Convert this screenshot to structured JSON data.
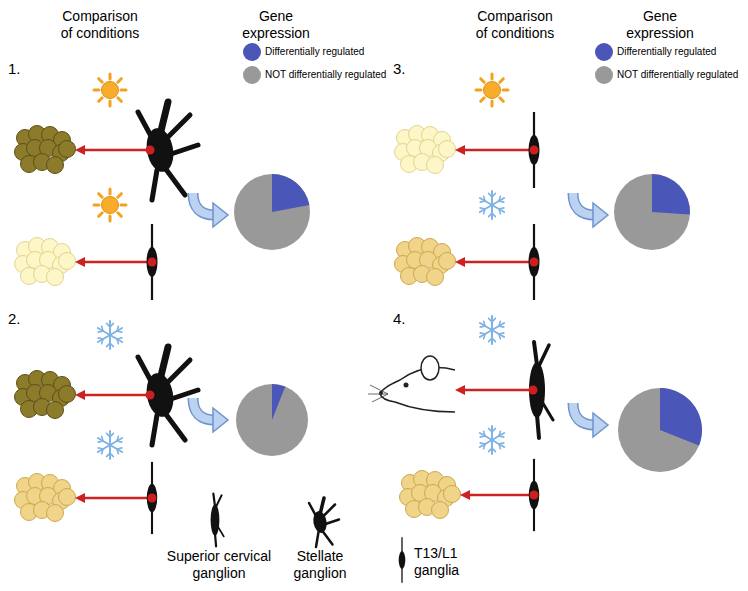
{
  "diagram": {
    "labels": [
      "Comparison of conditions",
      "Gene expression",
      "Comparison of conditions",
      "Gene expression",
      "1.",
      "3.",
      "2.",
      "4.",
      "Superior cervical ganglion",
      "Stellate ganglion",
      "T13/L1 ganglia"
    ],
    "legend": [
      {
        "text": "Differentially regulated",
        "color": "#4a56b8"
      },
      {
        "text": "NOT differentially regulated",
        "color": "#999999"
      },
      {
        "text": "Differentially regulated",
        "color": "#4a56b8"
      },
      {
        "text": "NOT differentially regulated",
        "color": "#999999"
      }
    ]
  }
}
